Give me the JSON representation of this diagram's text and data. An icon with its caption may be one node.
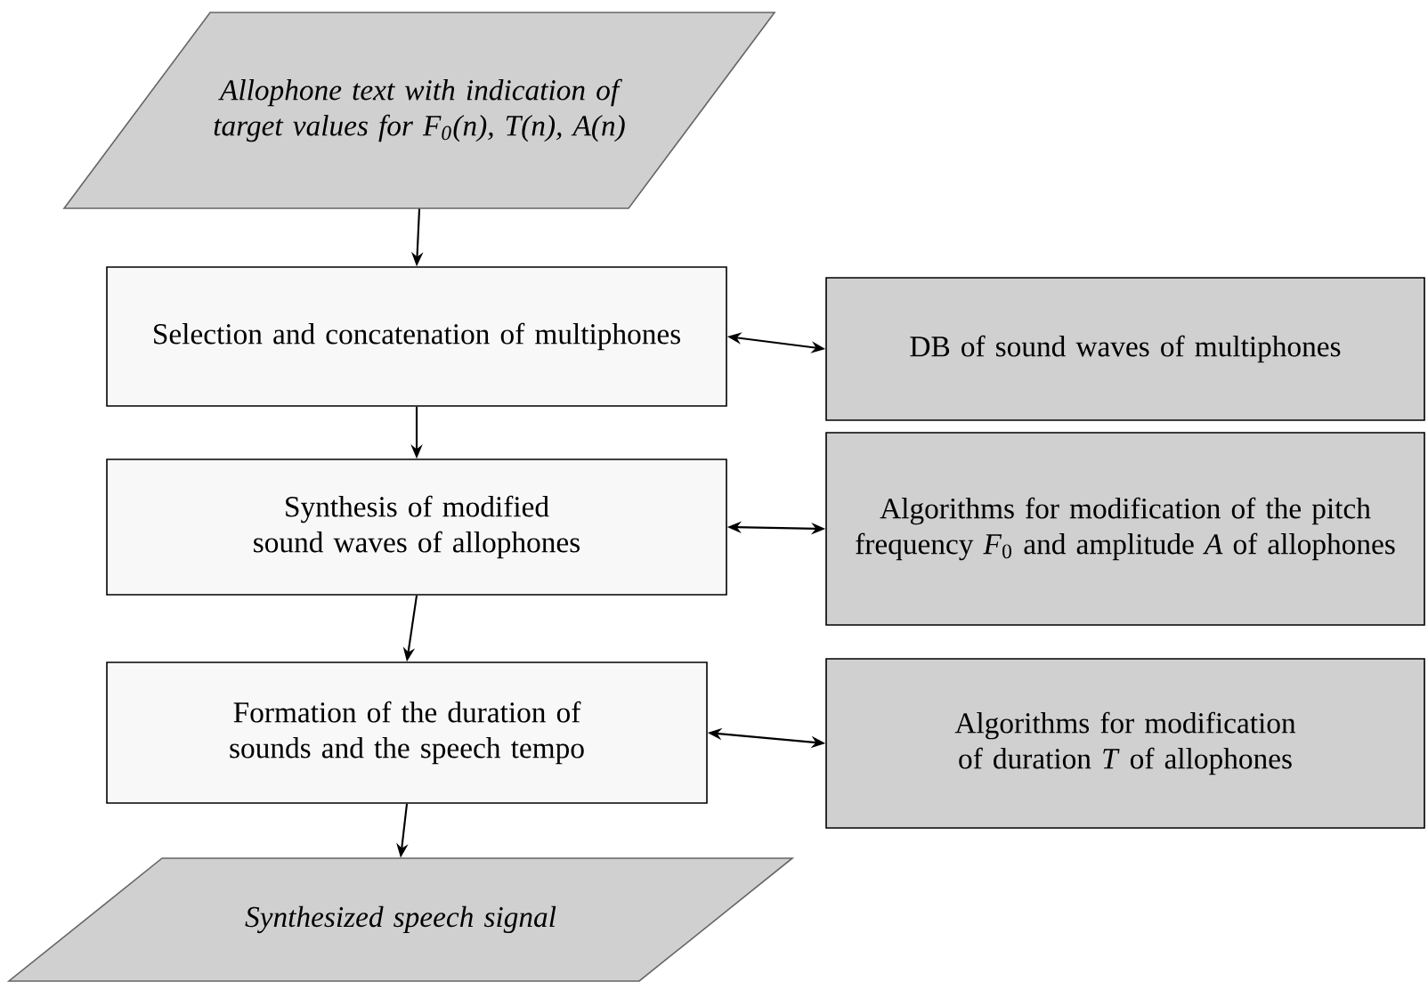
{
  "diagram": {
    "nodes": [
      {
        "text": [
          "Allophone text with indication of target values for F$_{0}$(n), T(n), A(n)"
        ]
      },
      {
        "text": [
          "Selection and concatenation of multiphones"
        ]
      },
      {
        "text": [
          "DB of sound waves of multiphones"
        ]
      },
      {
        "text": [
          "Synthesis of modified sound waves of allophones"
        ]
      },
      {
        "text": [
          "Algorithms for modification of the pitch frequency *F*$_{0}$ and amplitude *A* of allophones"
        ]
      },
      {
        "text": [
          "Formation of the duration of sounds and the speech tempo"
        ]
      },
      {
        "text": [
          "Algorithms for modification of duration *T* of allophones"
        ]
      },
      {
        "text": [
          "Synthesized speech signal"
        ]
      }
    ],
    "edges": [
      {
        "from": 0,
        "to": 1,
        "arrow": "to"
      },
      {
        "from": 1,
        "to": 2,
        "arrow": "both"
      },
      {
        "from": 1,
        "to": 3,
        "arrow": "to"
      },
      {
        "from": 3,
        "to": 4,
        "arrow": "both"
      },
      {
        "from": 3,
        "to": 5,
        "arrow": "to"
      },
      {
        "from": 5,
        "to": 6,
        "arrow": "both"
      },
      {
        "from": 5,
        "to": 7,
        "arrow": "to"
      }
    ]
  }
}
